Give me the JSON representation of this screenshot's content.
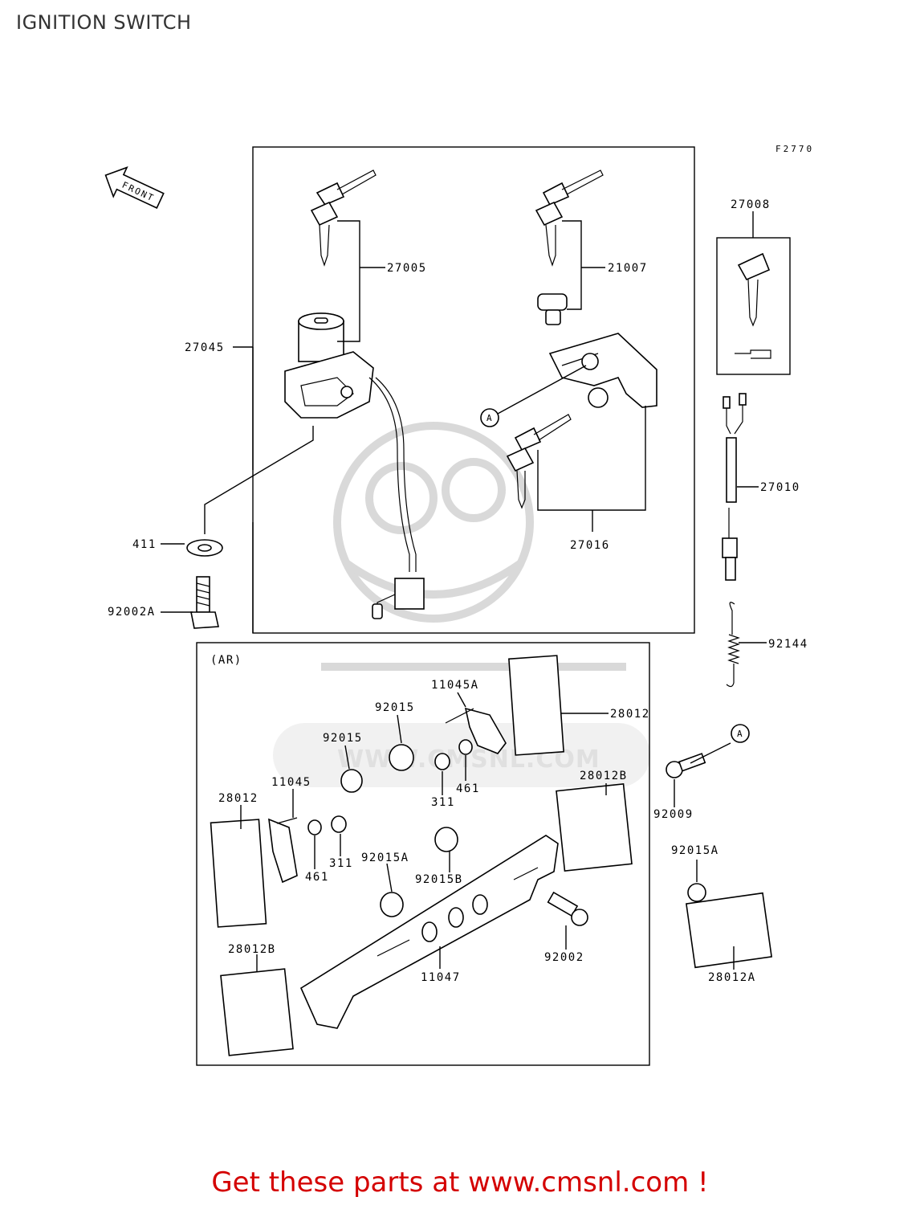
{
  "page": {
    "title": "IGNITION SWITCH",
    "figure_code": "F2770",
    "cta": "Get these parts at www.cmsnl.com !",
    "watermark": "WWW.CMSNL.COM"
  },
  "diagram": {
    "front_arrow": "FRONT",
    "ar_section": "(AR)",
    "ref_marker": "A",
    "parts": {
      "p27008": "27008",
      "p27005": "27005",
      "p21007": "21007",
      "p27045": "27045",
      "p27010": "27010",
      "p27016": "27016",
      "p411": "411",
      "p92002A": "92002A",
      "p92144": "92144",
      "p11045A": "11045A",
      "p92015_a": "92015",
      "p28012_a": "28012",
      "p92015_b": "92015",
      "p11045": "11045",
      "p28012_b": "28012",
      "p28012B_a": "28012B",
      "p311_a": "311",
      "p461_a": "461",
      "p92009": "92009",
      "p92015A_a": "92015A",
      "p461_b": "461",
      "p311_b": "311",
      "p92015A_b": "92015A",
      "p92015B": "92015B",
      "p92002": "92002",
      "p11047": "11047",
      "p28012B_b": "28012B",
      "p28012A": "28012A"
    }
  },
  "colors": {
    "cta": "#d40000",
    "line": "#000000",
    "watermark": "#d9d9d9"
  }
}
